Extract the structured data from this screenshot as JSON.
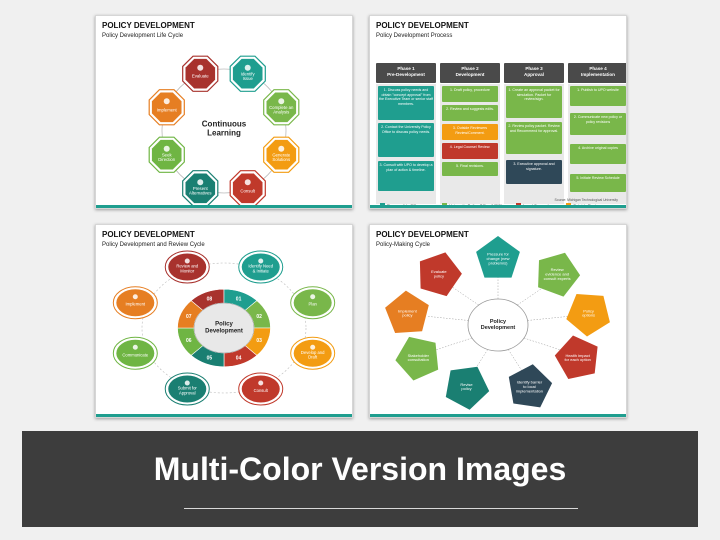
{
  "colors": {
    "teal": "#1f9e8f",
    "red": "#c0392b",
    "orange": "#f39c12",
    "dark": "#3d3d3d",
    "green": "#6fb543",
    "navy": "#2f4858"
  },
  "slides": [
    {
      "title": "POLICY DEVELOPMENT",
      "subtitle": "Policy Development Life Cycle",
      "center": [
        "Continuous",
        "Learning"
      ],
      "nodes": [
        {
          "label": [
            "Evaluate"
          ],
          "icon": "checklist-icon",
          "color": "#a8322d"
        },
        {
          "label": [
            "Identify",
            "Issue"
          ],
          "icon": "search-icon",
          "color": "#1f9e8f"
        },
        {
          "label": [
            "Complete an",
            "Analysis"
          ],
          "icon": "chart-icon",
          "color": "#79b74a"
        },
        {
          "label": [
            "Generate",
            "Solutions"
          ],
          "icon": "gear-icon",
          "color": "#f39c12"
        },
        {
          "label": [
            "Consult"
          ],
          "icon": "people-icon",
          "color": "#c0392b"
        },
        {
          "label": [
            "Present",
            "Alternatives"
          ],
          "icon": "presenter-icon",
          "color": "#1a7f72"
        },
        {
          "label": [
            "Seek",
            "Direction"
          ],
          "icon": "signpost-icon",
          "color": "#6fb543"
        },
        {
          "label": [
            "Implement"
          ],
          "icon": "rocket-icon",
          "color": "#e67e22"
        }
      ]
    },
    {
      "title": "POLICY DEVELOPMENT",
      "subtitle": "Policy Development Process",
      "phases": [
        {
          "name": [
            "Phase 1",
            "Pre-Development"
          ],
          "color": "#4a4a4a"
        },
        {
          "name": [
            "Phase 2",
            "Development"
          ],
          "color": "#4a4a4a"
        },
        {
          "name": [
            "Phase 3",
            "Approval"
          ],
          "color": "#4a4a4a"
        },
        {
          "name": [
            "Phase 4",
            "Implementation"
          ],
          "color": "#4a4a4a"
        }
      ],
      "cells": [
        {
          "text": "1. Discuss policy needs and obtain \"concept approval\" from the Executive Team or senior staff members.",
          "color": "#1f9e8f"
        },
        {
          "text": "2. Contact the University Policy Office to discuss policy needs.",
          "color": "#1f9e8f"
        },
        {
          "text": "3. Consult with UPO to develop a plan of action & timeline.",
          "color": "#1f9e8f"
        },
        {
          "text": "1. Draft policy, procedure",
          "color": "#79b74a"
        },
        {
          "text": "2. Review and suggests edits.",
          "color": "#79b74a"
        },
        {
          "text": "3. Outside Reviewers Review/Comment.",
          "color": "#f39c12"
        },
        {
          "text": "4. Legal Counsel Review.",
          "color": "#c0392b"
        },
        {
          "text": "5. Final revisions.",
          "color": "#79b74a"
        },
        {
          "text": "1. Create an approval packet for simulation. Packet for review/sign.",
          "color": "#79b74a"
        },
        {
          "text": "2. Review policy packet. Review and Recommend for approval.",
          "color": "#79b74a"
        },
        {
          "text": "3. Executive approval and signature.",
          "color": "#2f4858"
        },
        {
          "text": "1. Publish to UPO website",
          "color": "#79b74a"
        },
        {
          "text": "2. Communicate new policy or policy revisions",
          "color": "#79b74a"
        },
        {
          "text": "4. Archive original copies",
          "color": "#79b74a"
        },
        {
          "text": "5. Initiate Review Schedule",
          "color": "#79b74a"
        }
      ],
      "legend": [
        {
          "label": "Responsible Office",
          "color": "#1f9e8f"
        },
        {
          "label": "University Policy Office (UPO)",
          "color": "#79b74a"
        },
        {
          "label": "Legal Counsel",
          "color": "#c0392b"
        },
        {
          "label": "Outside Reviewers",
          "color": "#f39c12"
        }
      ],
      "source": "Source: Michigan Technological University"
    },
    {
      "title": "POLICY DEVELOPMENT",
      "subtitle": "Policy Development and Review Cycle",
      "center": [
        "Policy",
        "Development"
      ],
      "segments": [
        "08",
        "01",
        "02",
        "03",
        "04",
        "05",
        "06",
        "07"
      ],
      "nodes": [
        {
          "label": [
            "Review and",
            "Monitor"
          ],
          "color": "#a8322d"
        },
        {
          "label": [
            "Identify Need",
            "& Initiate"
          ],
          "color": "#1f9e8f"
        },
        {
          "label": [
            "Plan"
          ],
          "color": "#79b74a"
        },
        {
          "label": [
            "Develop and",
            "Draft"
          ],
          "color": "#f39c12"
        },
        {
          "label": [
            "Consult"
          ],
          "color": "#c0392b"
        },
        {
          "label": [
            "Submit for",
            "Approval"
          ],
          "color": "#1a7f72"
        },
        {
          "label": [
            "Communicate"
          ],
          "color": "#6fb543"
        },
        {
          "label": [
            "Implement"
          ],
          "color": "#e67e22"
        }
      ]
    },
    {
      "title": "POLICY DEVELOPMENT",
      "subtitle": "Policy-Making Cycle",
      "center": [
        "Policy",
        "Development"
      ],
      "nodes": [
        {
          "label": [
            "Pressure for",
            "change (new",
            "problem/s)"
          ],
          "color": "#1f9e8f"
        },
        {
          "label": [
            "Review",
            "evidence and",
            "consult experts"
          ],
          "color": "#79b74a"
        },
        {
          "label": [
            "Policy",
            "options"
          ],
          "color": "#f39c12"
        },
        {
          "label": [
            "Health impact",
            "for each option"
          ],
          "color": "#c0392b"
        },
        {
          "label": [
            "Identify barrier",
            "to local",
            "implementation"
          ],
          "color": "#2f4858"
        },
        {
          "label": [
            "Revise",
            "policy"
          ],
          "color": "#1a7f72"
        },
        {
          "label": [
            "Stakeholder",
            "consultation"
          ],
          "color": "#79b74a"
        },
        {
          "label": [
            "Implement",
            "policy"
          ],
          "color": "#e67e22"
        },
        {
          "label": [
            "Evaluate",
            "policy"
          ],
          "color": "#c0392b"
        }
      ]
    }
  ],
  "banner": {
    "title": "Multi-Color Version Images"
  }
}
